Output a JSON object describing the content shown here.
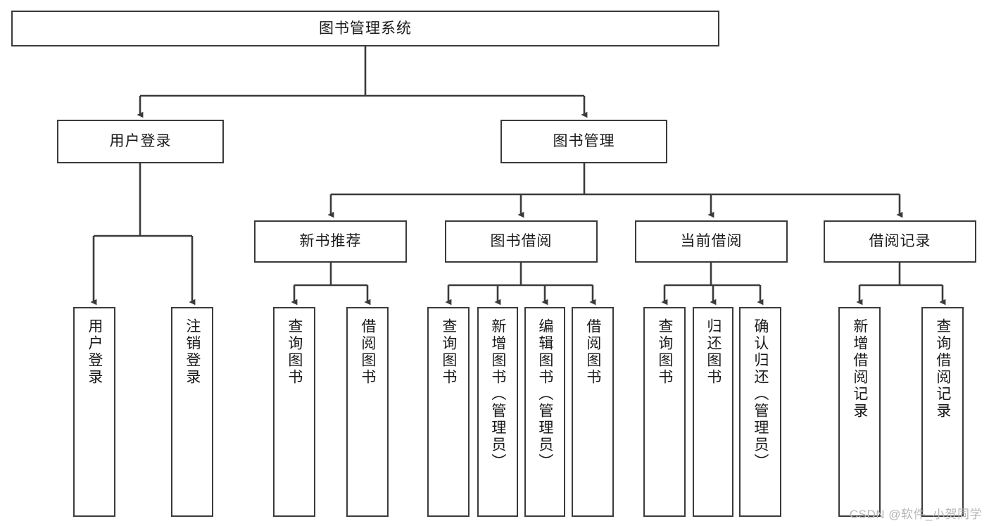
{
  "diagram": {
    "title": "图书管理系统",
    "type": "tree-hierarchy",
    "watermark": "CSDN @软件_小贺同学",
    "colors": {
      "border": "#3b3b3b",
      "background": "#ffffff",
      "text": "#1a1a1a",
      "watermark": "#b6b6b6"
    },
    "root": {
      "label": "图书管理系统"
    },
    "level2": [
      {
        "label": "用户登录"
      },
      {
        "label": "图书管理"
      }
    ],
    "level3": [
      {
        "label": "新书推荐"
      },
      {
        "label": "图书借阅"
      },
      {
        "label": "当前借阅"
      },
      {
        "label": "借阅记录"
      }
    ],
    "leaves": {
      "user_login": [
        {
          "label": "用户登录"
        },
        {
          "label": "注销登录"
        }
      ],
      "new_book_recommend": [
        {
          "label": "查询图书"
        },
        {
          "label": "借阅图书"
        }
      ],
      "book_borrow": [
        {
          "label": "查询图书"
        },
        {
          "label": "新增图书（管理员）"
        },
        {
          "label": "编辑图书（管理员）"
        },
        {
          "label": "借阅图书"
        }
      ],
      "current_borrow": [
        {
          "label": "查询图书"
        },
        {
          "label": "归还图书"
        },
        {
          "label": "确认归还（管理员）"
        }
      ],
      "borrow_record": [
        {
          "label": "新增借阅记录"
        },
        {
          "label": "查询借阅记录"
        }
      ]
    }
  }
}
